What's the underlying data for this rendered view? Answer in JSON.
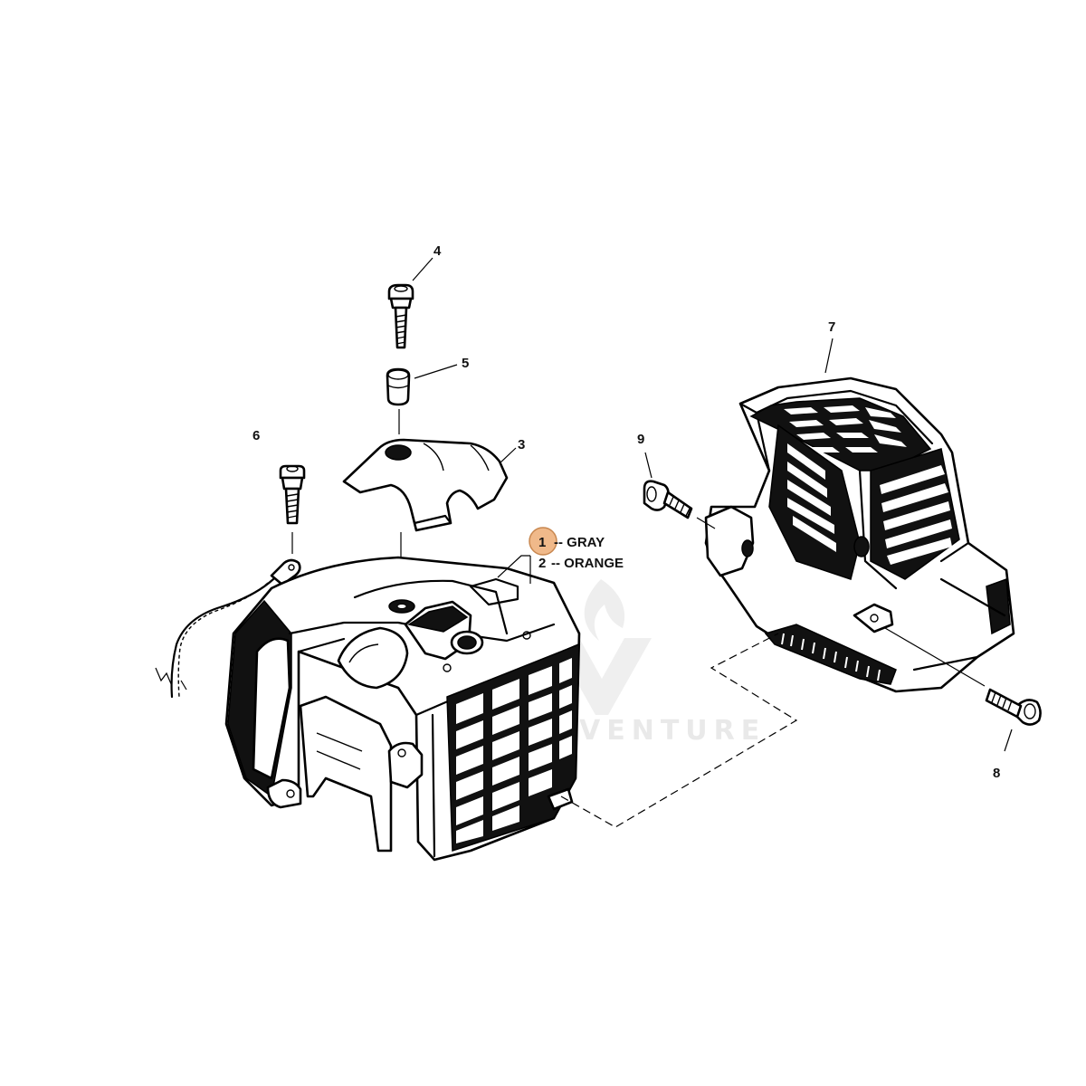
{
  "callouts": {
    "c1": "1",
    "c2": "2",
    "c3": "3",
    "c4": "4",
    "c5": "5",
    "c6": "6",
    "c7": "7",
    "c8": "8",
    "c9": "9"
  },
  "variants": {
    "gray": "-- GRAY",
    "orange": "-- ORANGE"
  },
  "watermark": {
    "text": "VENTURE"
  },
  "colors": {
    "highlight_fill": "#f0b98a",
    "highlight_stroke": "#c8874f"
  }
}
